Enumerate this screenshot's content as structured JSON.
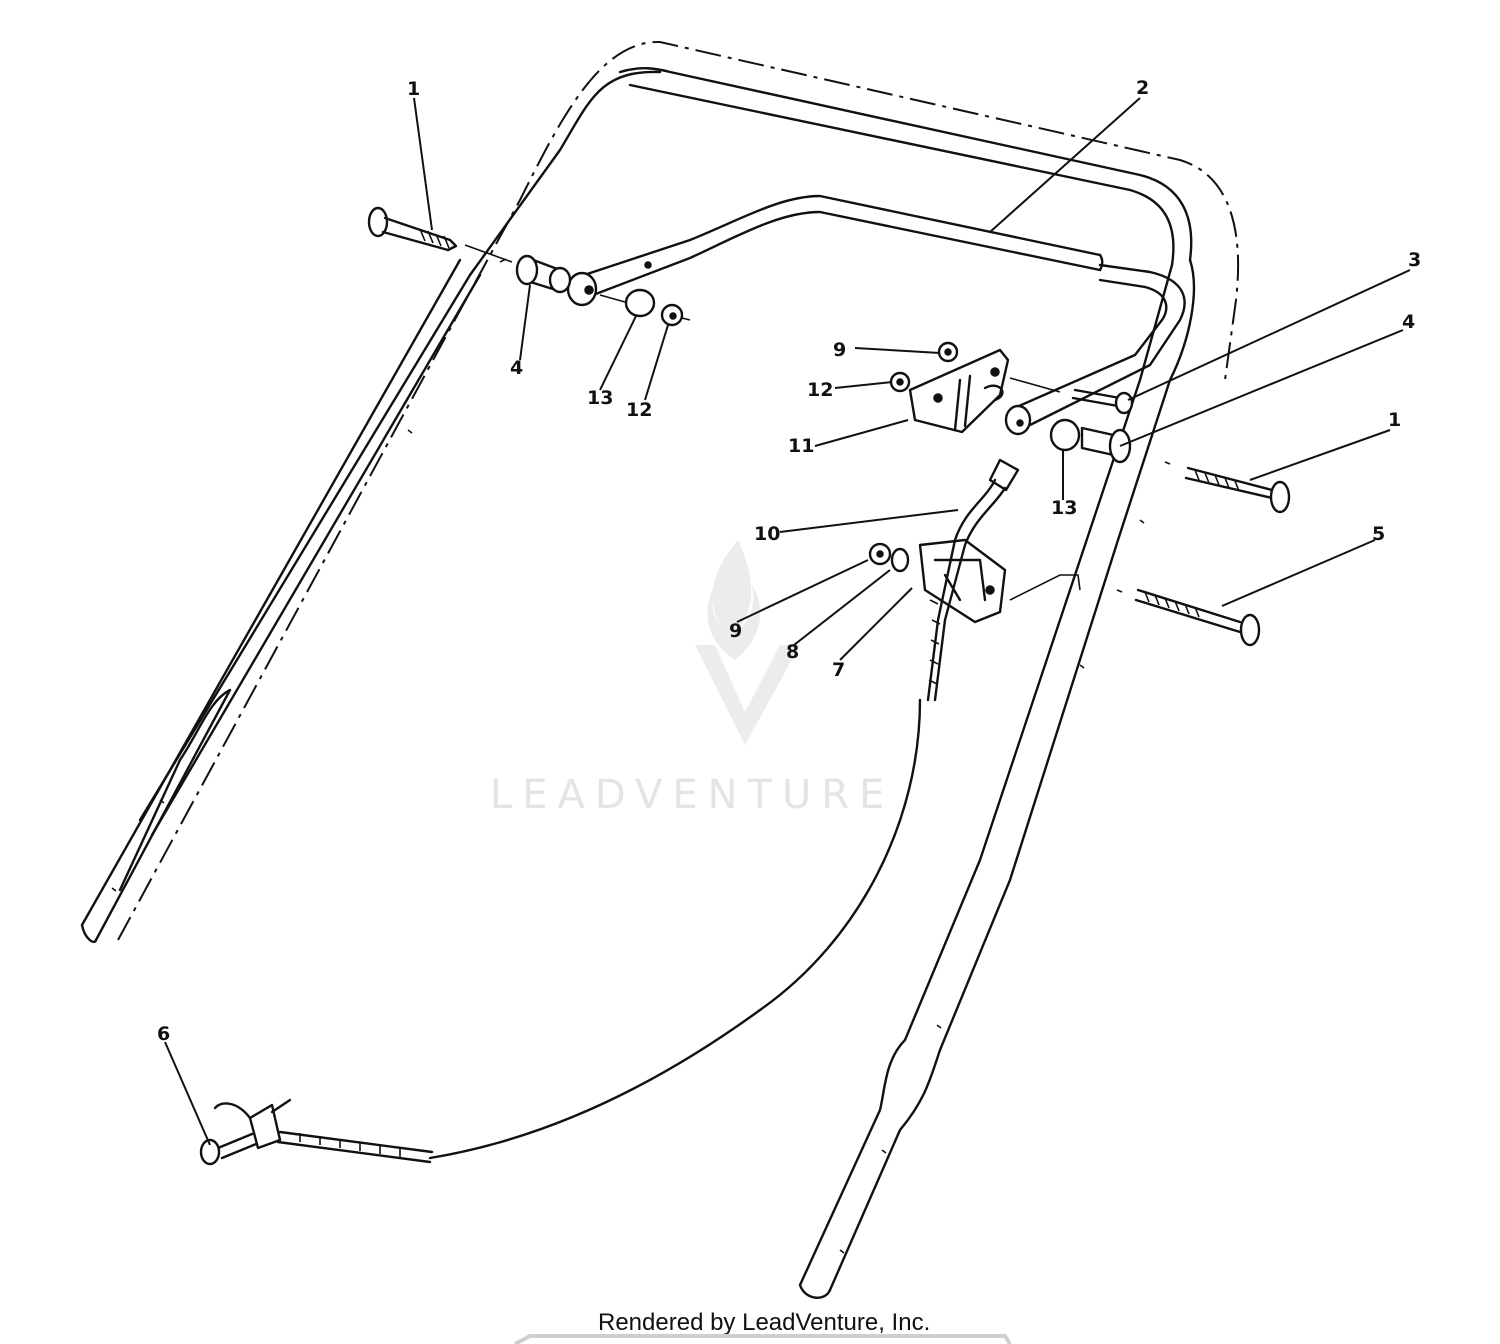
{
  "watermark": {
    "logo": "leadventure-flame-logo",
    "text": "LEADVENTURE"
  },
  "footer": {
    "credit": "Rendered by LeadVenture, Inc."
  },
  "callouts": {
    "c1a": "1",
    "c2": "2",
    "c3": "3",
    "c4a": "4",
    "c4b": "4",
    "c1b": "1",
    "c5": "5",
    "c6": "6",
    "c7": "7",
    "c8": "8",
    "c9a": "9",
    "c9b": "9",
    "c10": "10",
    "c11": "11",
    "c12a": "12",
    "c12b": "12",
    "c13a": "13",
    "c13b": "13"
  }
}
